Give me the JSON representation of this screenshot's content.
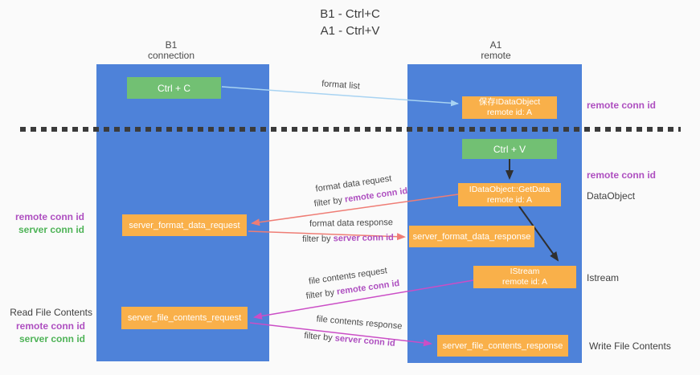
{
  "title": {
    "line1": "B1 - Ctrl+C",
    "line2": "A1 - Ctrl+V"
  },
  "columns": {
    "b1": {
      "name": "B1",
      "role": "connection"
    },
    "a1": {
      "name": "A1",
      "role": "remote"
    }
  },
  "boxes": {
    "ctrl_c": {
      "label": "Ctrl + C"
    },
    "store_idataobject": {
      "line1": "保存IDataObject",
      "line2": "remote id: A"
    },
    "ctrl_v": {
      "label": "Ctrl + V"
    },
    "idataobject_getdata": {
      "line1": "IDataObject::GetData",
      "line2": "remote id: A"
    },
    "server_format_data_request": {
      "label": "server_format_data_request"
    },
    "server_format_data_response": {
      "label": "server_format_data_response"
    },
    "istream": {
      "line1": "IStream",
      "line2": "remote id: A"
    },
    "server_file_contents_request": {
      "label": "server_file_contents_request"
    },
    "server_file_contents_response": {
      "label": "server_file_contents_response"
    }
  },
  "arrow_labels": {
    "format_list": "format list",
    "format_data_request": "format data request",
    "format_data_response": "format data response",
    "file_contents_request": "file contents request",
    "file_contents_response": "file contents response",
    "filter_by": "filter by",
    "remote_conn_id": "remote conn id",
    "server_conn_id": "server conn id"
  },
  "annotations": {
    "left": {
      "remote_conn_id_1": "remote conn id",
      "server_conn_id_1": "server conn id",
      "read_file_contents": "Read File Contents",
      "remote_conn_id_2": "remote conn id",
      "server_conn_id_2": "server conn id"
    },
    "right": {
      "remote_conn_id_top": "remote conn id",
      "remote_conn_id_mid": "remote conn id",
      "dataobject": "DataObject",
      "istream": "Istream",
      "write_file_contents": "Write File Contents"
    }
  },
  "colors": {
    "lifeline_blue": "#4e82d9",
    "box_green": "#72c073",
    "box_orange": "#f9b04a",
    "purple_text": "#ae4fc0",
    "green_text": "#4eb357",
    "arrow_salmon": "#ef7d75",
    "arrow_magenta": "#cb4ec6",
    "arrow_lightblue": "#a8d3f2",
    "arrow_black": "#2f2f2f",
    "divider_dark": "#3b3b3b"
  }
}
